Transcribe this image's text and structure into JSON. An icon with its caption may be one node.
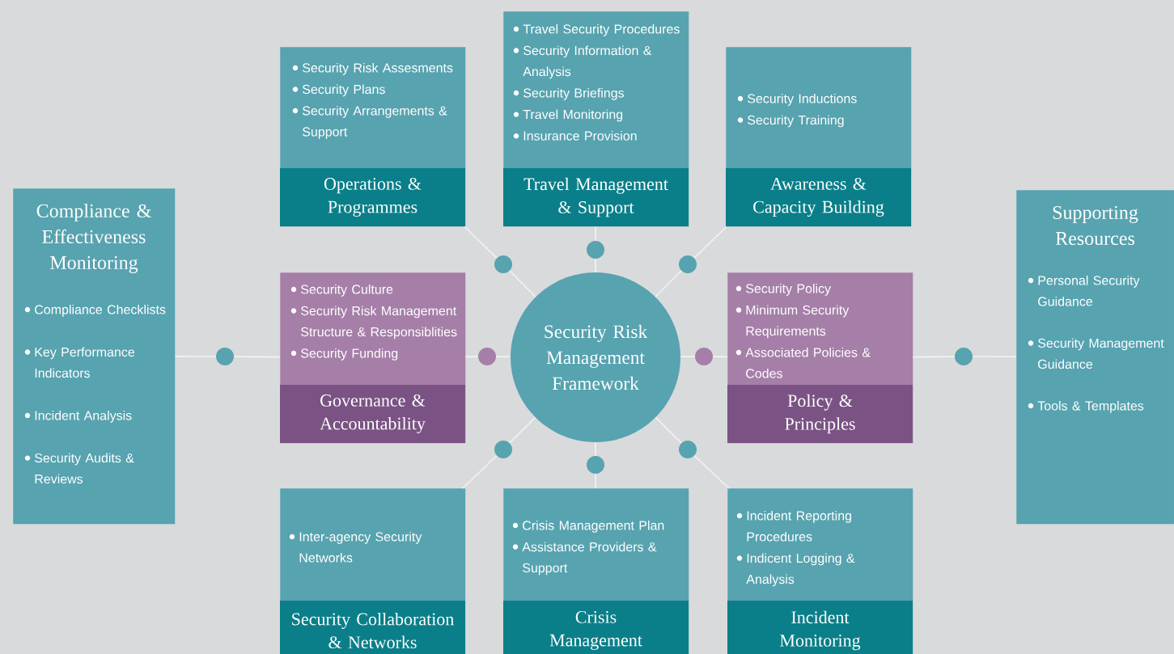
{
  "diagram": {
    "nodes": [
      {
        "text": [
          "Compliance & Effectiveness Monitoring",
          "Compliance Checklists",
          "Key Performance Indicators",
          "Incident Analysis",
          "Security Audits & Reviews"
        ]
      },
      {
        "text": [
          "Security Risk Assesments",
          "Security Plans",
          "Security Arrangements & Support",
          "Operations & Programmes"
        ]
      },
      {
        "text": [
          "Travel Security Procedures",
          "Security Information & Analysis",
          "Security Briefings",
          "Travel Monitoring",
          "Insurance Provision",
          "Travel Management & Support"
        ]
      },
      {
        "text": [
          "Security Inductions",
          "Security Training",
          "Awareness & Capacity Building"
        ]
      },
      {
        "text": [
          "Supporting Resources",
          "Personal Security Guidance",
          "Security Management Guidance",
          "Tools & Templates"
        ]
      },
      {
        "text": [
          "Security Culture",
          "Security Risk Management Structure & Responsiblities",
          "Security Funding",
          "Governance & Accountability"
        ]
      },
      {
        "text": [
          "Security Risk Management Framework"
        ]
      },
      {
        "text": [
          "Security Policy",
          "Minimum Security Requirements",
          "Associated Policies & Codes",
          "Policy & Principles"
        ]
      },
      {
        "text": [
          "Inter-agency Security Networks",
          "Security Collaboration & Networks"
        ]
      },
      {
        "text": [
          "Crisis Management Plan",
          "Assistance Providers & Support",
          "Crisis Management"
        ]
      },
      {
        "text": [
          "Incident Reporting Procedures",
          "Indicent Logging & Analysis",
          "Incident Monitoring"
        ]
      },
      {
        "text": [],
        "shape": "circle"
      },
      {
        "text": [],
        "shape": "circle"
      },
      {
        "text": [],
        "shape": "circle"
      },
      {
        "text": [],
        "shape": "circle"
      },
      {
        "text": [],
        "shape": "circle"
      },
      {
        "text": [],
        "shape": "circle"
      },
      {
        "text": [],
        "shape": "circle"
      },
      {
        "text": [],
        "shape": "circle"
      },
      {
        "text": [],
        "shape": "circle"
      },
      {
        "text": [],
        "shape": "circle"
      }
    ],
    "edges": [
      {
        "from": 6,
        "to": 11,
        "arrow": "none"
      },
      {
        "from": 11,
        "to": 1,
        "arrow": "none"
      },
      {
        "from": 6,
        "to": 12,
        "arrow": "none"
      },
      {
        "from": 12,
        "to": 2,
        "arrow": "none"
      },
      {
        "from": 6,
        "to": 13,
        "arrow": "none"
      },
      {
        "from": 13,
        "to": 3,
        "arrow": "none"
      },
      {
        "from": 6,
        "to": 15,
        "arrow": "none"
      },
      {
        "from": 15,
        "to": 5,
        "arrow": "none"
      },
      {
        "from": 5,
        "to": 14,
        "arrow": "none"
      },
      {
        "from": 14,
        "to": 0,
        "arrow": "none"
      },
      {
        "from": 6,
        "to": 16,
        "arrow": "none"
      },
      {
        "from": 16,
        "to": 7,
        "arrow": "none"
      },
      {
        "from": 7,
        "to": 17,
        "arrow": "none"
      },
      {
        "from": 17,
        "to": 4,
        "arrow": "none"
      },
      {
        "from": 6,
        "to": 18,
        "arrow": "none"
      },
      {
        "from": 18,
        "to": 8,
        "arrow": "none"
      },
      {
        "from": 6,
        "to": 19,
        "arrow": "none"
      },
      {
        "from": 19,
        "to": 9,
        "arrow": "none"
      },
      {
        "from": 6,
        "to": 20,
        "arrow": "none"
      },
      {
        "from": 20,
        "to": 10,
        "arrow": "none"
      }
    ]
  }
}
